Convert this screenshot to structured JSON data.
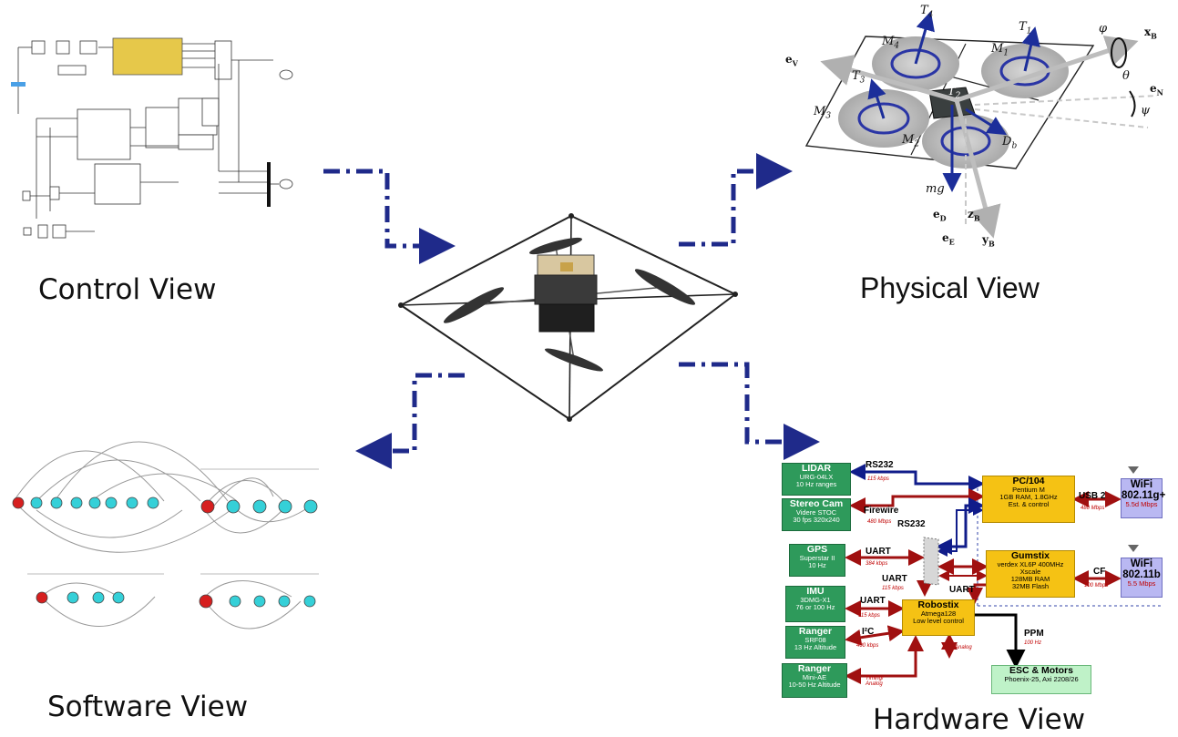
{
  "views": {
    "control": "Control View",
    "physical": "Physical View",
    "software": "Software View",
    "hardware": "Hardware View"
  },
  "physical": {
    "T4": "T",
    "T4_sub": "4",
    "T1": "T",
    "T1_sub": "1",
    "T3": "T",
    "T3_sub": "3",
    "T2": "T",
    "T2_sub": "2",
    "M4": "M",
    "M4_sub": "4",
    "M1": "M",
    "M1_sub": "1",
    "M3": "M",
    "M3_sub": "3",
    "M2": "M",
    "M2_sub": "2",
    "phi": "φ",
    "theta": "θ",
    "psi": "ψ",
    "xB": "x",
    "xB_sub": "B",
    "eV": "e",
    "eV_sub": "V",
    "eN": "e",
    "eN_sub": "N",
    "Db": "D",
    "Db_sub": "b",
    "mg": "mg",
    "eD": "e",
    "eD_sub": "D",
    "zB": "z",
    "zB_sub": "B",
    "eE": "e",
    "eE_sub": "E",
    "yB": "y",
    "yB_sub": "B"
  },
  "hardware": {
    "lidar": {
      "title": "LIDAR",
      "l1": "URG-04LX",
      "l2": "10 Hz ranges"
    },
    "stereo": {
      "title": "Stereo Cam",
      "l1": "Videre STOC",
      "l2": "30 fps 320x240"
    },
    "gps": {
      "title": "GPS",
      "l1": "Superstar II",
      "l2": "10 Hz"
    },
    "imu": {
      "title": "IMU",
      "l1": "3DMG-X1",
      "l2": "76 or 100 Hz"
    },
    "ranger1": {
      "title": "Ranger",
      "l1": "SRF08",
      "l2": "13 Hz Altitude"
    },
    "ranger2": {
      "title": "Ranger",
      "l1": "Mini-AE",
      "l2": "10-50 Hz Altitude"
    },
    "pc104": {
      "title": "PC/104",
      "l1": "Pentium M",
      "l2": "1GB RAM, 1.8GHz",
      "l3": "Est. & control"
    },
    "gumstix": {
      "title": "Gumstix",
      "l1": "verdex XL6P 400MHz",
      "l2": "Xscale",
      "l3": "128MB RAM",
      "l4": "32MB Flash"
    },
    "robostix": {
      "title": "Robostix",
      "l1": "Atmega128",
      "l2": "Low level control"
    },
    "wifi1": {
      "title": "WiFi",
      "l1": "802.11g+",
      "l2": "5.5d Mbps"
    },
    "wifi2": {
      "title": "WiFi",
      "l1": "802.11b",
      "l2": "5.5 Mbps"
    },
    "esc": {
      "title": "ESC & Motors",
      "l1": "Phoenix-25, Axi 2208/26"
    },
    "links": {
      "rs232_top": "RS232",
      "rs232_top_rate": "115 kbps",
      "firewire": "Firewire",
      "firewire_rate": "480 Mbps",
      "usb2": "USB 2",
      "usb2_rate": "480 Mbps",
      "rs232_mid": "RS232",
      "uart_gps": "UART",
      "uart_gps_rate": "384 kbps",
      "uart_mid": "UART",
      "uart_mid_rate": "115 kbps",
      "uart_right": "UART",
      "cf": "CF",
      "cf_rate": "100 Mbps",
      "uart_imu": "UART",
      "uart_imu_rate": "115 kbps",
      "i2c": "I²C",
      "i2c_rate": "400 kbps",
      "analog": "Analog",
      "timing": "Timing/",
      "timing2": "Analog",
      "ppm": "PPM",
      "ppm_rate": "100 Hz"
    }
  }
}
